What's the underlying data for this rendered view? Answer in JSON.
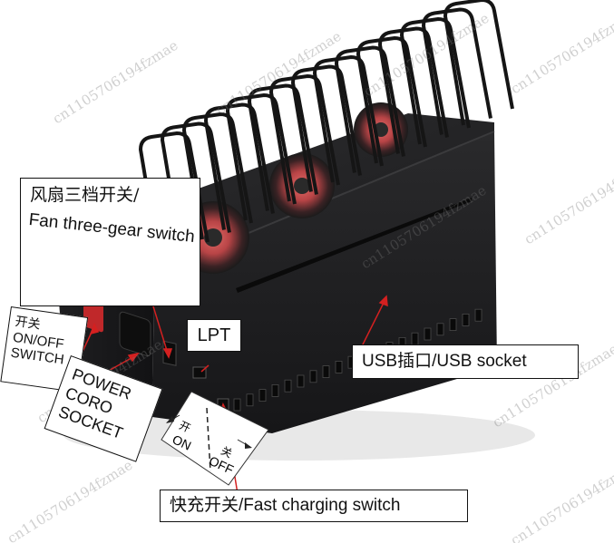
{
  "labels": {
    "fan_switch_cn": "风扇三档开关/",
    "fan_switch_en": "Fan three-gear switch",
    "onoff_cn": "开关",
    "onoff_en1": "ON/OFF",
    "onoff_en2": "SWITCH",
    "power_1": "POWER",
    "power_2": "CORO",
    "power_3": "SOCKET",
    "lpt": "LPT",
    "usb_socket": "USB插口/USB socket",
    "dir_on_cn": "开",
    "dir_on_en": "ON",
    "dir_off_cn": "关",
    "dir_off_en": "OFF",
    "fast_charging": "快充开关/Fast charging switch"
  },
  "watermark": "cn1105706194fzmae",
  "colors": {
    "body": "#1c1c1e",
    "body_top": "#2a2a2c",
    "rack": "#141414",
    "fan_red": "#c8484a",
    "arrow_red": "#d42020"
  }
}
